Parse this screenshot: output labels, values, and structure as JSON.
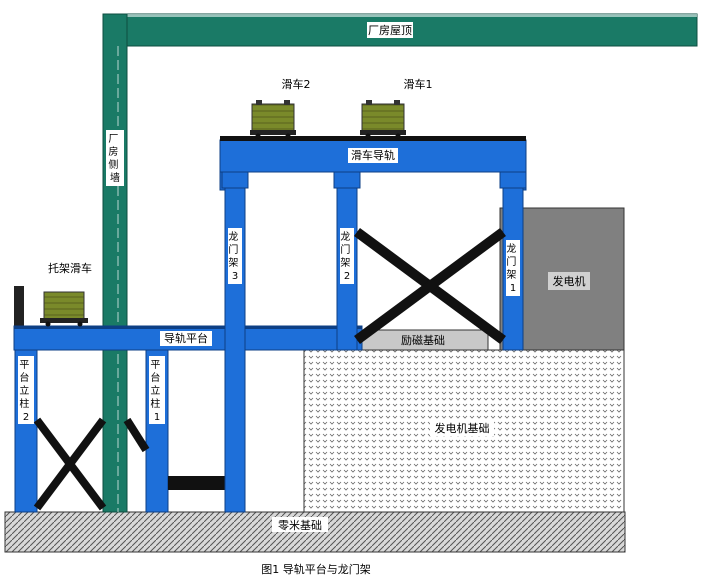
{
  "labels": {
    "roof": "厂房屋顶",
    "side_wall": "厂房侧墙",
    "trolley_2": "滑车2",
    "trolley_1": "滑车1",
    "trolley_rail": "滑车导轨",
    "bracket_trolley": "托架滑车",
    "guide_platform": "导轨平台",
    "gantry_1": "龙门架1",
    "gantry_2": "龙门架2",
    "gantry_3": "龙门架3",
    "platform_column_1": "平台立柱1",
    "platform_column_2": "平台立柱2",
    "exciter_foundation": "励磁基础",
    "generator": "发电机",
    "generator_foundation": "发电机基础",
    "base_foundation": "零米基础",
    "caption": "图1 导轨平台与龙门架"
  },
  "colors": {
    "steel_blue": "#1e6fd9",
    "wall_teal": "#1a7a66",
    "generator_gray": "#808080",
    "crate_olive": "#7a8a2a",
    "foundation_gray": "#bdbdbd"
  }
}
